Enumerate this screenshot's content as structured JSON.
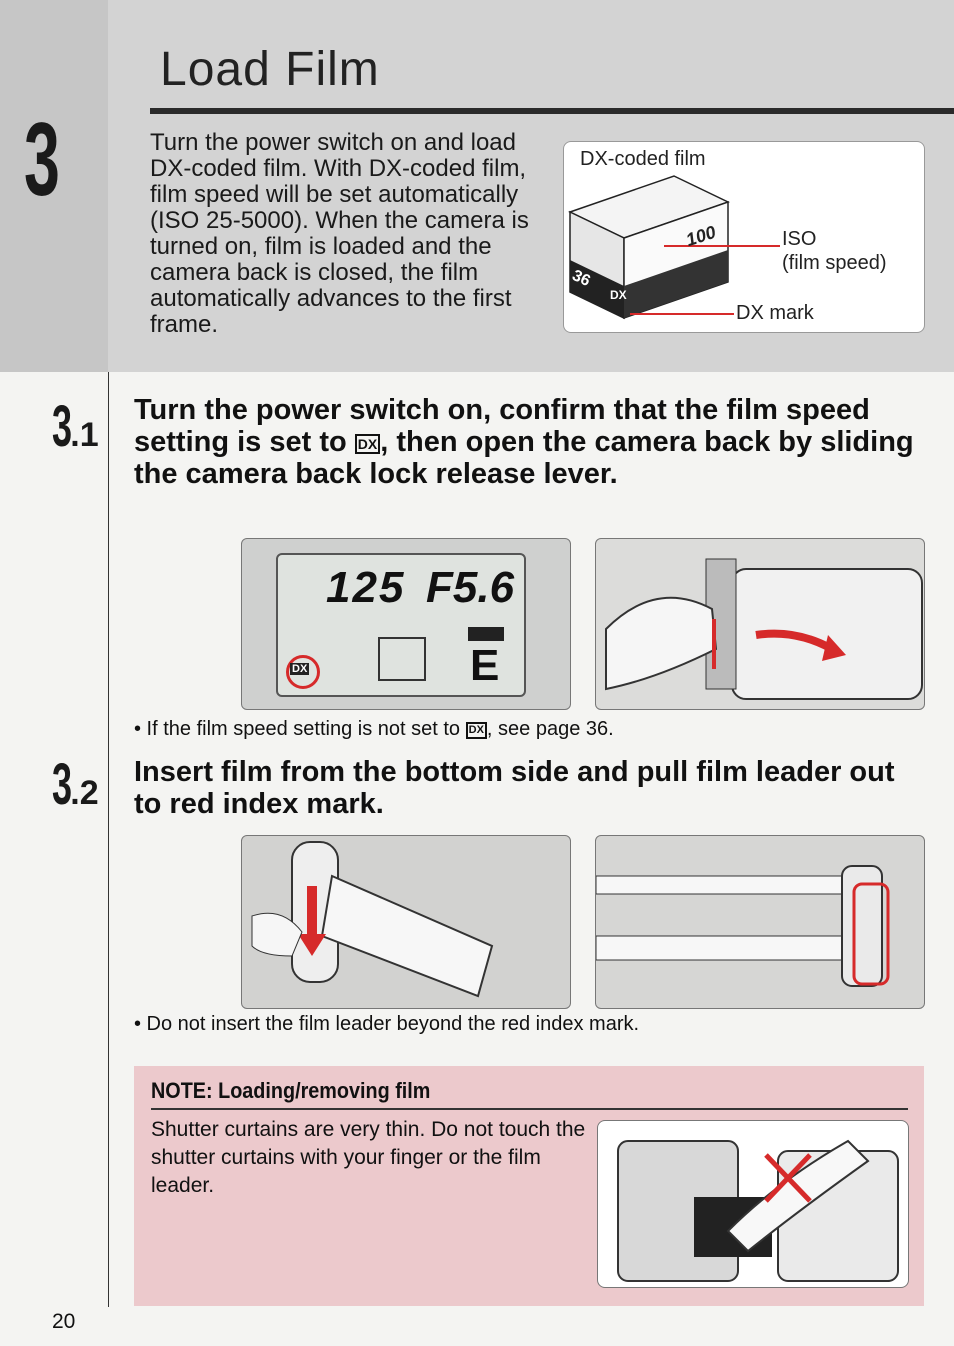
{
  "section": {
    "number": "3",
    "title": "Load Film",
    "intro": "Turn the power switch on and load DX-coded film. With DX-coded film, film speed will be set automatically (ISO 25-5000). When the camera is turned on, film is loaded and the camera back is closed, the film automatically advances to the first frame."
  },
  "dx_figure": {
    "title": "DX-coded film",
    "iso_label": "ISO",
    "film_speed_label": "(film speed)",
    "dx_mark_label": "DX mark",
    "box_speed": "100",
    "box_count": "36",
    "box_dx": "DX"
  },
  "step1": {
    "number": "3",
    "sub": ".1",
    "heading_a": "Turn the power switch on, confirm that the film speed setting is set to",
    "heading_b": ", then open the camera back by sliding the camera back lock release lever.",
    "dx_symbol": "DX",
    "lcd_shutter": "125",
    "lcd_aperture": "F5.6",
    "lcd_frame": "E",
    "lcd_dx": "DX",
    "note_a": "• If the film speed setting is not set to",
    "note_b": ", see page 36."
  },
  "step2": {
    "number": "3",
    "sub": ".2",
    "heading": "Insert film from the bottom side and pull film leader out to red index mark.",
    "note": "• Do not insert the film leader beyond the red index mark."
  },
  "note_box": {
    "title": "NOTE: Loading/removing film",
    "text": "Shutter curtains are very thin. Do not touch the shutter curtains with your finger or the film leader."
  },
  "page_number": "20",
  "colors": {
    "accent_red": "#d62a2a",
    "note_bg": "#ecc9cc",
    "band_gray": "#d3d3d3"
  }
}
